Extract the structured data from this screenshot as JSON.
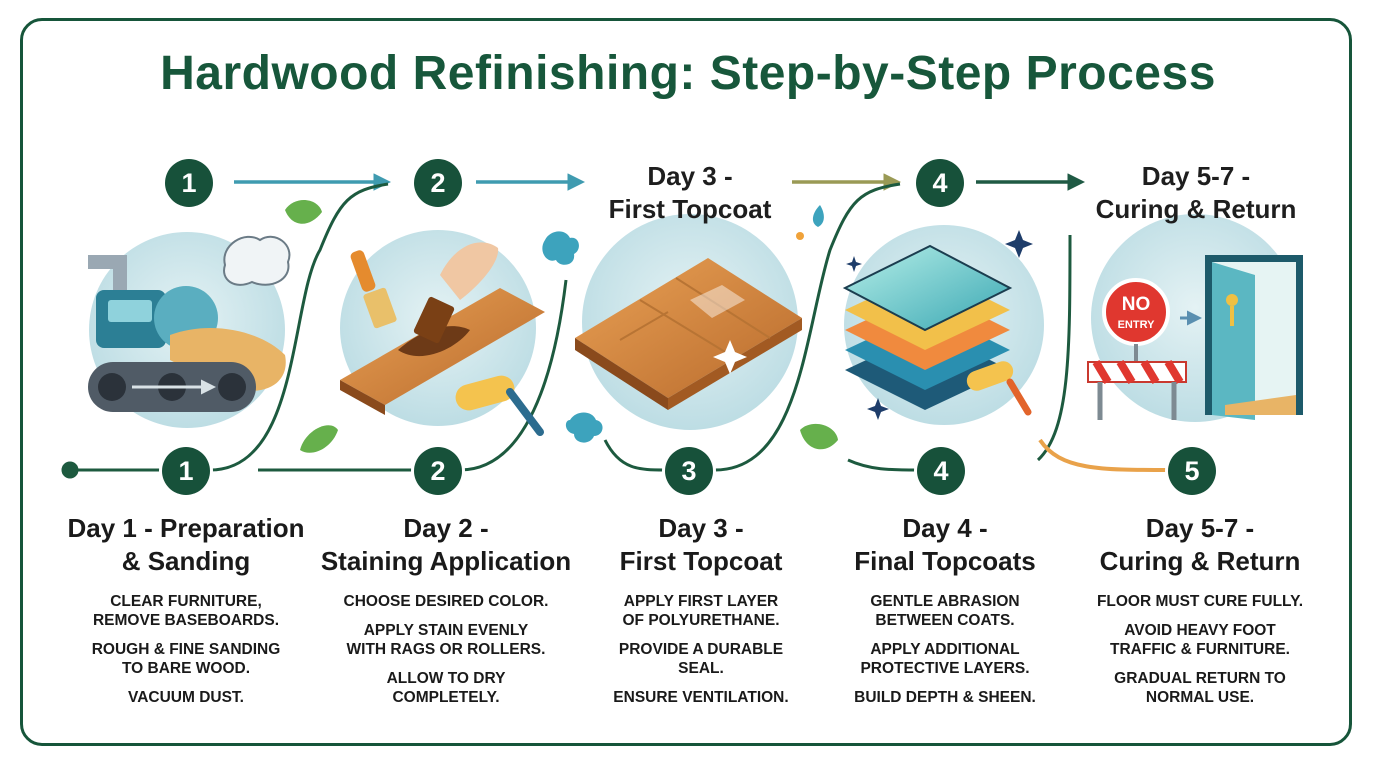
{
  "title": "Hardwood Refinishing: Step-by-Step Process",
  "top_badges": [
    "1",
    "2",
    "4"
  ],
  "top_labels": [
    "Day 3 -\nFirst Topcoat",
    "Day 5-7 -\nCuring & Return"
  ],
  "sign_text": {
    "line1": "NO",
    "line2": "ENTRY"
  },
  "steps": [
    {
      "number": "1",
      "heading": "Day 1 - Preparation\n& Sanding",
      "bullets": [
        "Clear furniture,\nremove baseboards.",
        "Rough & fine sanding\nto bare wood.",
        "Vacuum dust."
      ]
    },
    {
      "number": "2",
      "heading": "Day 2 -\nStaining Application",
      "bullets": [
        "Choose desired color.",
        "Apply stain evenly\nwith rags or rollers.",
        "Allow to dry\ncompletely."
      ]
    },
    {
      "number": "3",
      "heading": "Day 3 -\nFirst Topcoat",
      "bullets": [
        "Apply first layer\nof polyurethane.",
        "Provide a durable\nseal.",
        "Ensure ventilation."
      ]
    },
    {
      "number": "4",
      "heading": "Day 4 -\nFinal Topcoats",
      "bullets": [
        "Gentle abrasion\nbetween coats.",
        "Apply additional\nprotective layers.",
        "Build depth & sheen."
      ]
    },
    {
      "number": "5",
      "heading": "Day 5-7 -\nCuring & Return",
      "bullets": [
        "Floor must cure fully.",
        "Avoid heavy foot\ntraffic & furniture.",
        "Gradual return to\nnormal use."
      ]
    }
  ],
  "colors": {
    "title": "#17573b",
    "badge": "#17513a",
    "frame": "#16553a",
    "arrow_teal": "#3f9bb0",
    "arrow_olive": "#9a9a55",
    "curve_orange": "#e9a24a"
  }
}
